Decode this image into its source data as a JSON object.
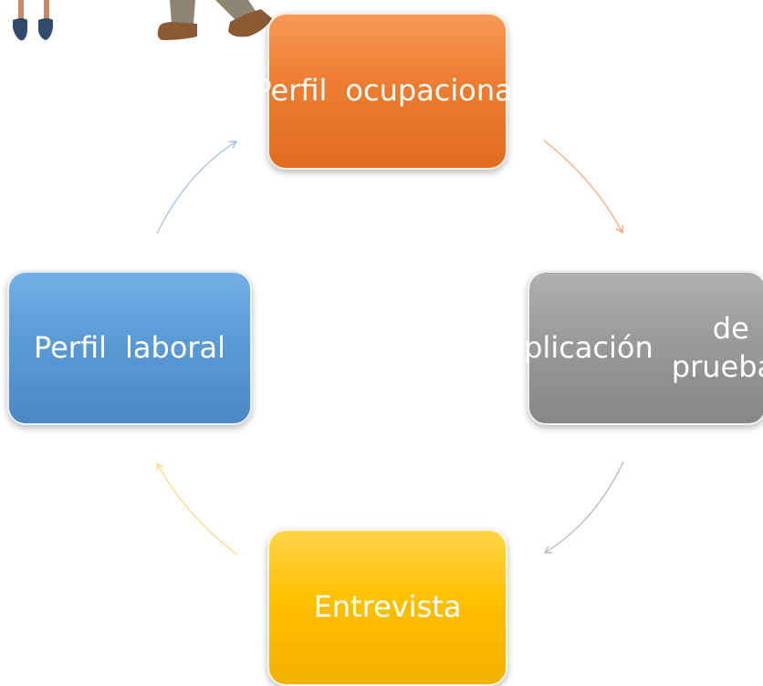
{
  "nodes": [
    {
      "id": "perfil-ocupacional",
      "lines": [
        "Perfil",
        "ocupacional"
      ],
      "color": "#ed7d31"
    },
    {
      "id": "aplicacion-pruebas",
      "lines": [
        "Aplicación",
        "de pruebas"
      ],
      "color": "#9a9a9a"
    },
    {
      "id": "entrevista",
      "lines": [
        "Entrevista"
      ],
      "color": "#ffc000"
    },
    {
      "id": "perfil-laboral",
      "lines": [
        "Perfil",
        "laboral"
      ],
      "color": "#5b9bd5"
    }
  ],
  "edges": [
    {
      "from": "perfil-ocupacional",
      "to": "aplicacion-pruebas",
      "color": "#f4a87a"
    },
    {
      "from": "aplicacion-pruebas",
      "to": "entrevista",
      "color": "#b8b8b8"
    },
    {
      "from": "entrevista",
      "to": "perfil-laboral",
      "color": "#ffd98a"
    },
    {
      "from": "perfil-laboral",
      "to": "perfil-ocupacional",
      "color": "#9ec3e6"
    }
  ]
}
